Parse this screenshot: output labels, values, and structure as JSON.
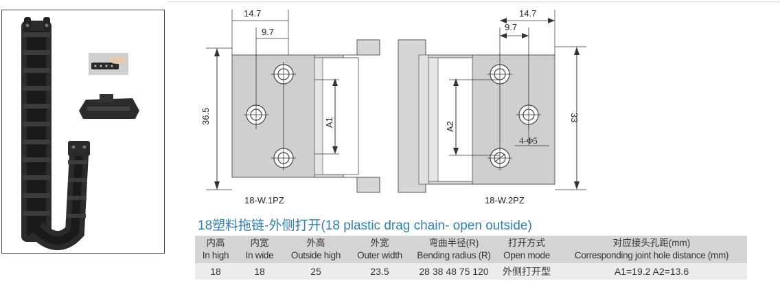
{
  "drawing": {
    "left": {
      "dim_outer_width": "14.7",
      "dim_hole_offset": "9.7",
      "dim_height": "36.5",
      "dim_inner": "A1",
      "caption": "18-W.1PZ"
    },
    "right": {
      "dim_outer_width": "14.7",
      "dim_hole_offset": "9.7",
      "dim_height": "33",
      "dim_inner": "A2",
      "hole_spec": "4-Φ5",
      "caption": "18-W.2PZ"
    }
  },
  "heading": "18塑料拖链-外侧打开(18 plastic drag chain- open outside)",
  "table": {
    "columns": [
      {
        "cn": "内高",
        "en": "In high"
      },
      {
        "cn": "内宽",
        "en": "In  wide"
      },
      {
        "cn": "外高",
        "en": "Outside high"
      },
      {
        "cn": "外宽",
        "en": "Outer width"
      },
      {
        "cn": "弯曲半径(R)",
        "en": "Bending radius (R)"
      },
      {
        "cn": "打开方式",
        "en": "Open mode"
      },
      {
        "cn": "对应接头孔距(mm)",
        "en": "Corresponding joint hole distance (mm)"
      }
    ],
    "row": [
      "18",
      "18",
      "25",
      "23.5",
      "28 38 48 75 120",
      "外侧打开型",
      "A1=19.2   A2=13.6"
    ]
  }
}
